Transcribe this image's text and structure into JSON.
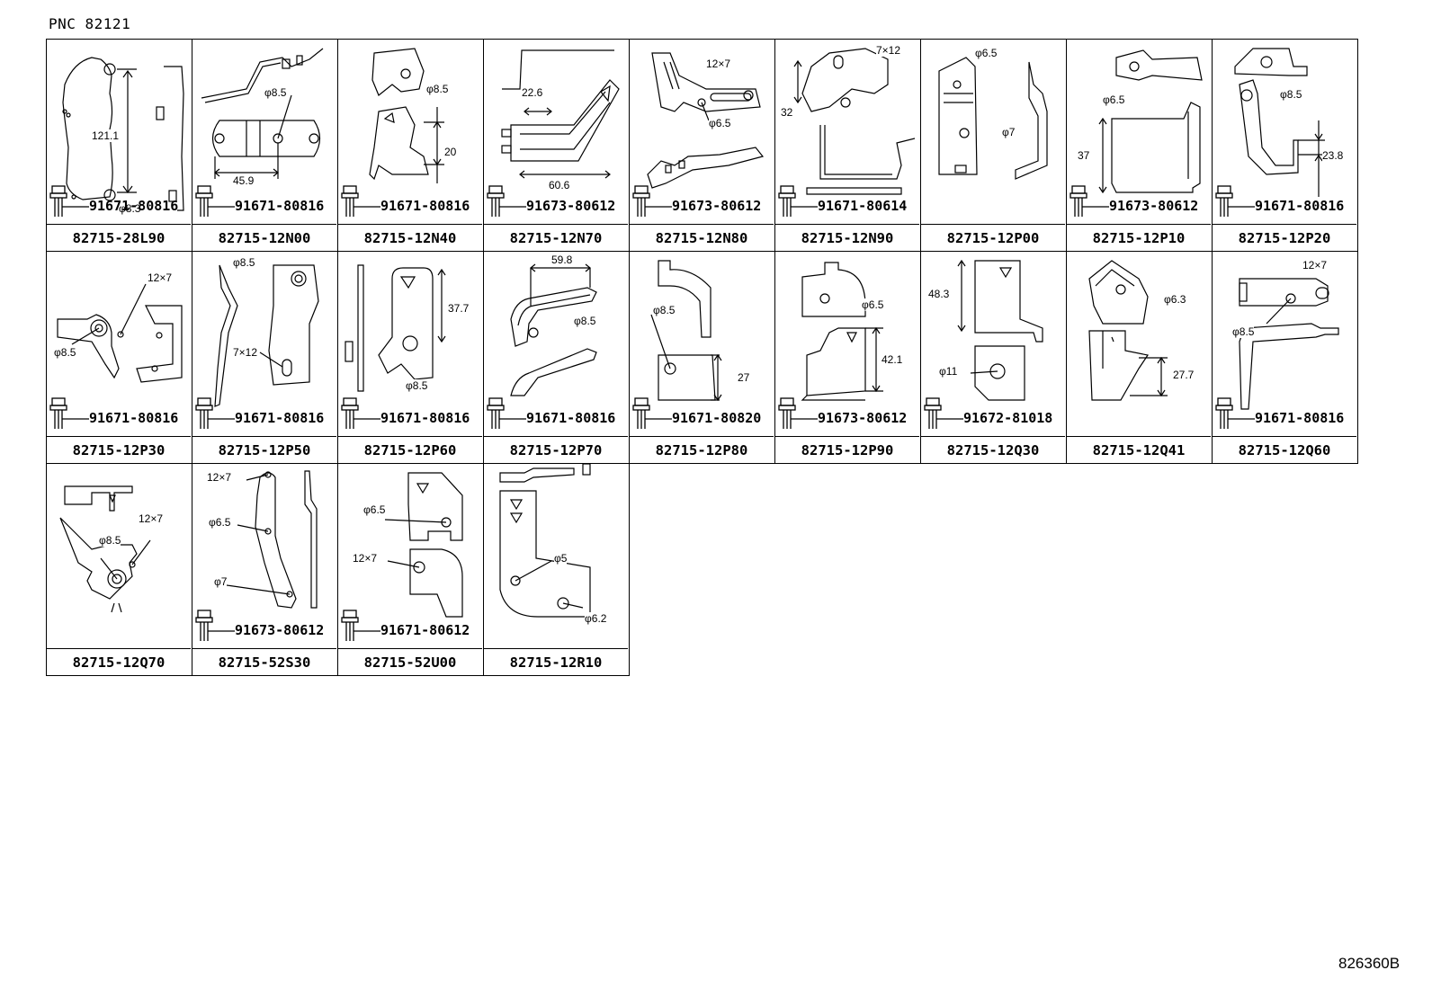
{
  "header": {
    "pnc": "PNC  82121"
  },
  "footer": {
    "catalog_no": "826360B"
  },
  "cells": [
    {
      "part_no": "82715-28L90",
      "bolt": "91671-80816",
      "dims": [
        "121.1",
        "φ8.3"
      ]
    },
    {
      "part_no": "82715-12N00",
      "bolt": "91671-80816",
      "dims": [
        "φ8.5",
        "45.9"
      ]
    },
    {
      "part_no": "82715-12N40",
      "bolt": "91671-80816",
      "dims": [
        "φ8.5",
        "20"
      ]
    },
    {
      "part_no": "82715-12N70",
      "bolt": "91673-80612",
      "dims": [
        "22.6",
        "60.6"
      ]
    },
    {
      "part_no": "82715-12N80",
      "bolt": "91673-80612",
      "dims": [
        "12×7",
        "φ6.5"
      ]
    },
    {
      "part_no": "82715-12N90",
      "bolt": "91671-80614",
      "dims": [
        "7×12",
        "32"
      ]
    },
    {
      "part_no": "82715-12P00",
      "bolt": "",
      "dims": [
        "φ6.5",
        "φ7"
      ]
    },
    {
      "part_no": "82715-12P10",
      "bolt": "91673-80612",
      "dims": [
        "φ6.5",
        "37"
      ]
    },
    {
      "part_no": "82715-12P20",
      "bolt": "91671-80816",
      "dims": [
        "φ8.5",
        "23.8"
      ]
    },
    {
      "part_no": "82715-12P30",
      "bolt": "91671-80816",
      "dims": [
        "12×7",
        "φ8.5"
      ]
    },
    {
      "part_no": "82715-12P50",
      "bolt": "91671-80816",
      "dims": [
        "φ8.5",
        "7×12"
      ]
    },
    {
      "part_no": "82715-12P60",
      "bolt": "91671-80816",
      "dims": [
        "37.7",
        "φ8.5"
      ]
    },
    {
      "part_no": "82715-12P70",
      "bolt": "91671-80816",
      "dims": [
        "59.8",
        "φ8.5"
      ]
    },
    {
      "part_no": "82715-12P80",
      "bolt": "91671-80820",
      "dims": [
        "φ8.5",
        "27"
      ]
    },
    {
      "part_no": "82715-12P90",
      "bolt": "91673-80612",
      "dims": [
        "φ6.5",
        "42.1"
      ]
    },
    {
      "part_no": "82715-12Q30",
      "bolt": "91672-81018",
      "dims": [
        "48.3",
        "φ11"
      ]
    },
    {
      "part_no": "82715-12Q41",
      "bolt": "",
      "dims": [
        "φ6.3",
        "27.7"
      ]
    },
    {
      "part_no": "82715-12Q60",
      "bolt": "91671-80816",
      "dims": [
        "12×7",
        "φ8.5"
      ]
    },
    {
      "part_no": "82715-12Q70",
      "bolt": "",
      "dims": [
        "12×7",
        "φ8.5"
      ]
    },
    {
      "part_no": "82715-52S30",
      "bolt": "91673-80612",
      "dims": [
        "12×7",
        "φ6.5",
        "φ7"
      ]
    },
    {
      "part_no": "82715-52U00",
      "bolt": "91671-80612",
      "dims": [
        "φ6.5",
        "12×7"
      ]
    },
    {
      "part_no": "82715-12R10",
      "bolt": "",
      "dims": [
        "φ5",
        "φ6.2"
      ]
    }
  ]
}
